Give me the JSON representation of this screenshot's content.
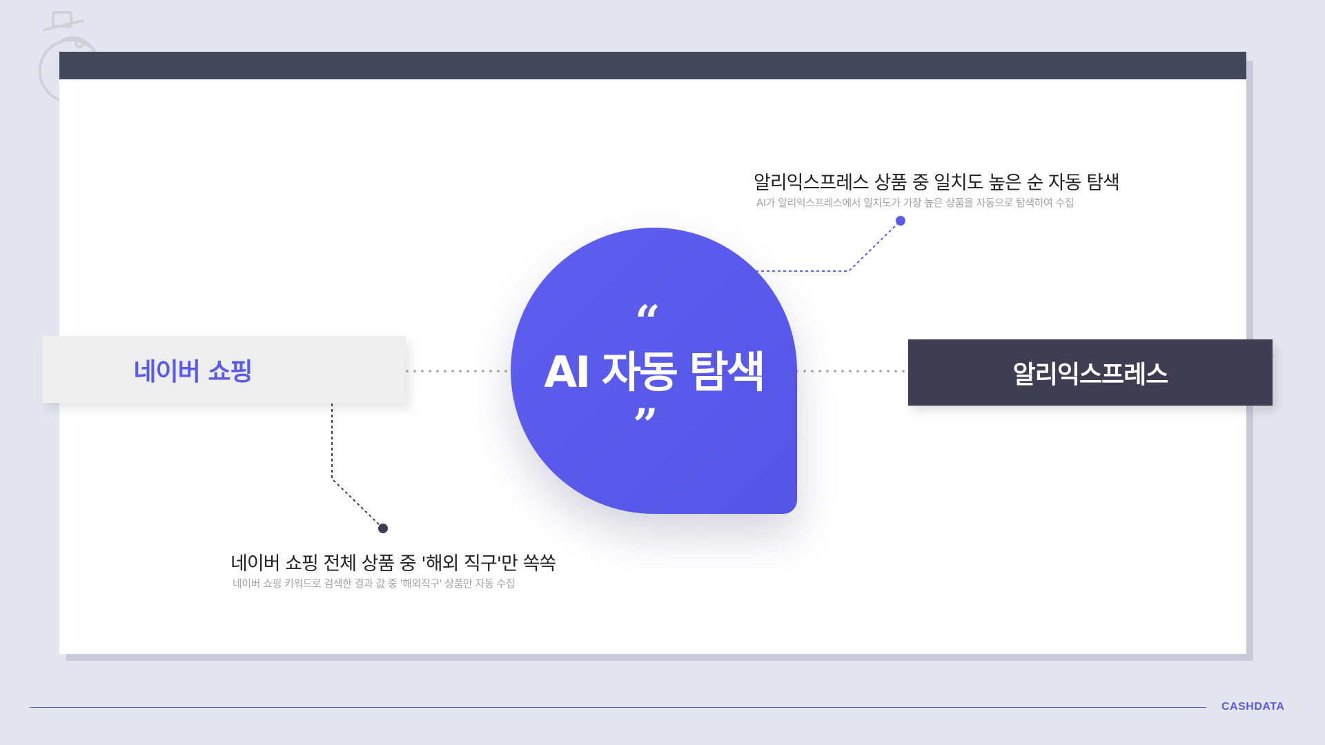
{
  "left_node": {
    "label": "네이버 쇼핑"
  },
  "right_node": {
    "label": "알리익스프레스"
  },
  "center": {
    "title": "AI 자동 탐색",
    "quote_open": "“",
    "quote_close": "”"
  },
  "top_annotation": {
    "title": "알리익스프레스 상품 중 일치도 높은 순 자동 탐색",
    "subtitle": "AI가 알리익스프레스에서 일치도가 가장 높은 상품을 자동으로 탐색하여 수집"
  },
  "bottom_annotation": {
    "title": "네이버 쇼핑 전체 상품 중 '해외 직구'만 쏙쏙",
    "subtitle": "네이버 쇼핑 키워드로 검색한 결과 값 중 '해외직구' 상품만 자동 수집"
  },
  "footer": {
    "brand": "CASHDATA"
  },
  "colors": {
    "accent": "#5a5be8",
    "dark": "#3f3d52",
    "header_bar": "#44465a",
    "background": "#e4e6ef"
  },
  "icons": {
    "logo": "mascot-logo-icon"
  }
}
